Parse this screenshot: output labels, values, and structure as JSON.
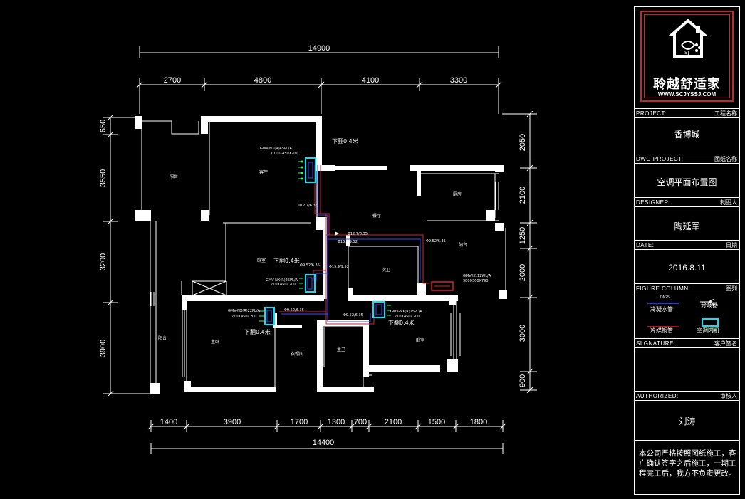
{
  "plan": {
    "overall_top": "14900",
    "top_dims": [
      "2700",
      "4800",
      "4100",
      "3300"
    ],
    "overall_bottom": "14400",
    "bottom_dims": [
      "1400",
      "3900",
      "1700",
      "1300",
      "700",
      "2100",
      "1500",
      "1800"
    ],
    "left_dims": [
      "650",
      "3550",
      "3200",
      "3900"
    ],
    "right_dims": [
      "2050",
      "2100",
      "1250",
      "2000",
      "3000",
      "900"
    ],
    "rooms": {
      "r1": "阳台",
      "r2": "客厅",
      "r3": "餐厅",
      "r4": "厨房",
      "r5": "卧室",
      "r6": "主卧",
      "r7": "次卫",
      "r8": "衣帽间",
      "r9": "主卫",
      "r10": "卧室",
      "r11": "阳台",
      "r12": "阳台"
    },
    "units": {
      "u1_model": "GMV-NX(R)45PL/A",
      "u1_size": "1010X450X200",
      "u2_model": "GMV-NX(R)25PL/A",
      "u2_size": "710X450X200",
      "u3_model": "GMV-NX(R)22PL/A",
      "u3_size": "710X450X200",
      "u4_model": "GMV-NX(R)25PL/A",
      "u4_size": "710X450X200",
      "u5_model": "GMV-H112WL/A",
      "u5_size": "980X360X790"
    },
    "drop_labels": [
      "下翻0.4米",
      "下翻0.4米",
      "下翻0.4米",
      "下翻0.4米"
    ],
    "pipe_labels": [
      "Φ12.7/6.35",
      "Φ12.7/6.35",
      "Φ15.9/9.52",
      "Φ9.52/6.35",
      "Φ9.52/6.35",
      "Φ9.52/6.35",
      "Φ15.9/9.52",
      "Φ9.52/6.35"
    ]
  },
  "titleblock": {
    "brand": "聆越舒适家",
    "url": "WWW.SCJYSSJ.COM",
    "logo_small": "SJ",
    "project_label": "PROJECT:",
    "project_label_cn": "工程名称",
    "project_value": "香博城",
    "dwg_label": "DWG PROJECT:",
    "dwg_label_cn": "图纸名称",
    "dwg_value": "空调平面布置图",
    "designer_label": "DESIGNER:",
    "designer_label_cn": "制图人",
    "designer_value": "陶延军",
    "date_label": "DATE:",
    "date_label_cn": "日期",
    "date_value": "2016.8.11",
    "figure_label": "FIGURE COLUMN:",
    "figure_label_cn": "图列",
    "legend": {
      "pipe_code": "DN25",
      "water_pipe": "冷凝水管",
      "branch": "分歧器",
      "refrigerant": "冷媒铜管",
      "indoor": "空调内机"
    },
    "signature_label": "SLGNATURE:",
    "signature_label_cn": "客户签名",
    "authorized_label": "AUTHORIZED:",
    "authorized_label_cn": "审核人",
    "authorized_value": "刘涛",
    "note": "本公司严格按照图纸施工，客户确认签字之后施工，一期工程完工后，我方不负责更改。"
  }
}
